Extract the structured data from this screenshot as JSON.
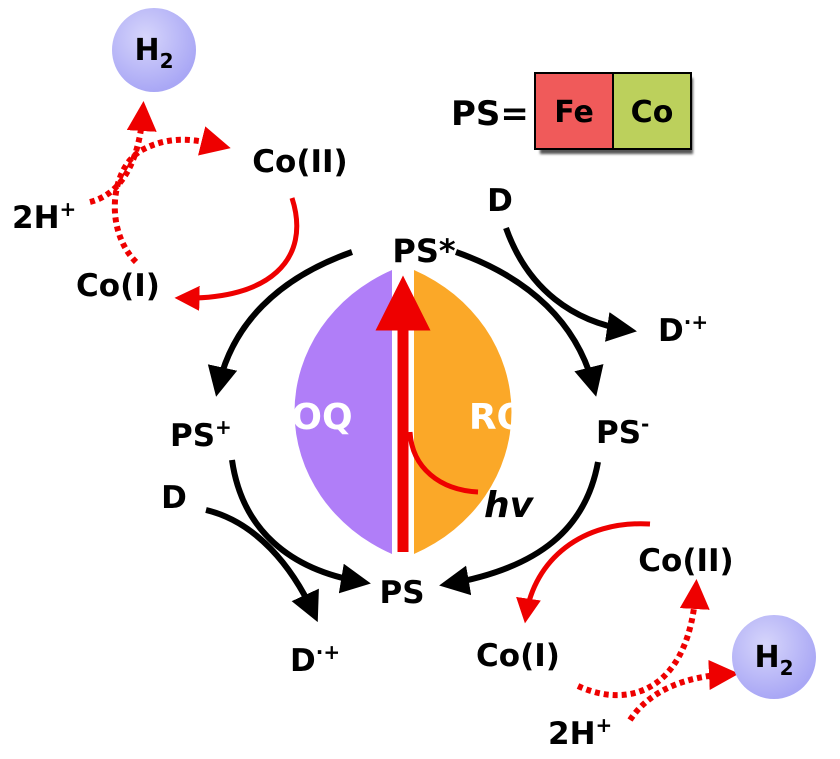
{
  "colors": {
    "oxidative_quenching": "#b07ef8",
    "reductive_quenching": "#fba828",
    "iron": "#f05a5a",
    "cobalt": "#bcd05c",
    "hydrogen_bubble": "#a9a7f5",
    "red_arrow": "#ee0000",
    "black_arrow": "#000000"
  },
  "legend": {
    "prefix": "PS=",
    "fe": "Fe",
    "co": "Co"
  },
  "cycle": {
    "ps_excited": "PS*",
    "ps_oxidized": "PS",
    "ps_oxidized_sup": "+",
    "ps_reduced": "PS",
    "ps_reduced_sup": "-",
    "ps_ground": "PS",
    "oq": "OQ",
    "rq": "RQ",
    "hv": "hv"
  },
  "donor_top": {
    "d": "D",
    "d_plus": "D",
    "d_plus_sup": "·+"
  },
  "donor_bottom": {
    "d": "D",
    "d_plus": "D",
    "d_plus_sup": "·+"
  },
  "catalysis_top": {
    "co2": "Co(II)",
    "co1": "Co(I)",
    "protons": "2H",
    "protons_sup": "+",
    "h2": "H",
    "h2_sub": "2"
  },
  "catalysis_bottom": {
    "co2": "Co(II)",
    "co1": "Co(I)",
    "protons": "2H",
    "protons_sup": "+",
    "h2": "H",
    "h2_sub": "2"
  }
}
